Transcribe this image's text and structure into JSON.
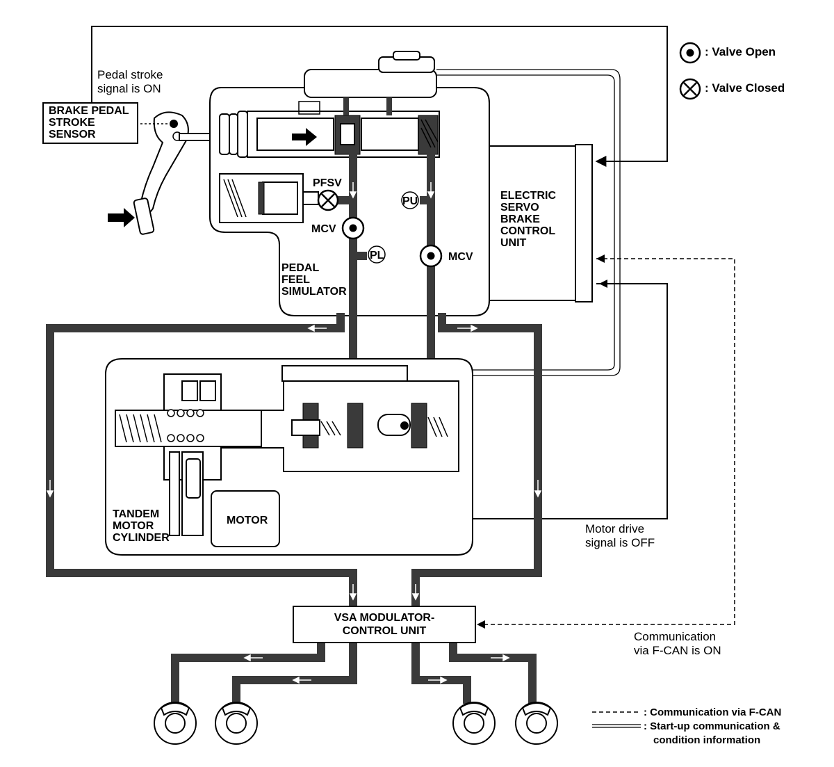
{
  "legend": {
    "valve_open": ": Valve Open",
    "valve_closed": ": Valve Closed",
    "comm_fcan": ": Communication via F-CAN",
    "startup_line1": ": Start-up communication &",
    "startup_line2": "condition information"
  },
  "components": {
    "brake_pedal_sensor": [
      "BRAKE PEDAL",
      "STROKE",
      "SENSOR"
    ],
    "electric_servo_unit": [
      "ELECTRIC",
      "SERVO",
      "BRAKE",
      "CONTROL",
      "UNIT"
    ],
    "pedal_feel_simulator": [
      "PEDAL",
      "FEEL",
      "SIMULATOR"
    ],
    "tandem_motor_cylinder": [
      "TANDEM",
      "MOTOR",
      "CYLINDER"
    ],
    "motor": "MOTOR",
    "vsa_unit": [
      "VSA MODULATOR-",
      "CONTROL UNIT"
    ]
  },
  "valves": {
    "pfsv": "PFSV",
    "mcv_left": "MCV",
    "mcv_right": "MCV",
    "pu": "PU",
    "pl": "PL"
  },
  "signals": {
    "pedal_stroke": [
      "Pedal stroke",
      "signal is ON"
    ],
    "motor_drive": [
      "Motor drive",
      "signal is OFF"
    ],
    "communication": [
      "Communication",
      "via F-CAN is ON"
    ]
  }
}
